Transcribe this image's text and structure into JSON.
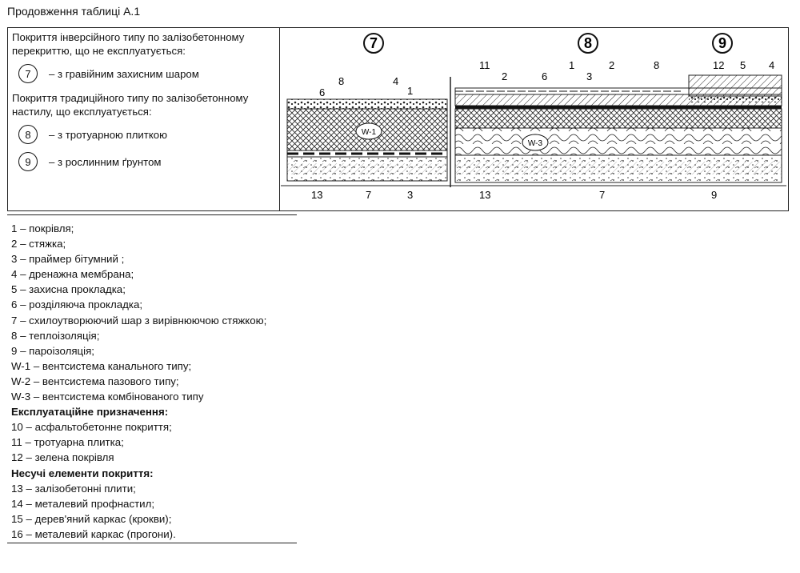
{
  "caption": "Продовження таблиці А.1",
  "left": {
    "para1": "Покриття інверсійного типу по залізобетонному перекриттю, що не експлуатується:",
    "v7": {
      "num": "7",
      "text": "– з гравійним захисним шаром"
    },
    "para2": "Покриття традиційного типу по залізобетонному настилу, що експлуатується:",
    "v8": {
      "num": "8",
      "text": "– з тротуарною плиткою"
    },
    "v9": {
      "num": "9",
      "text": "– з рослинним ґрунтом"
    }
  },
  "drawing": {
    "headers": [
      "7",
      "8",
      "9"
    ],
    "labels7": [
      "6",
      "8",
      "4",
      "1",
      "13",
      "7",
      "3"
    ],
    "labels8": [
      "11",
      "2",
      "6",
      "1",
      "3",
      "2",
      "8",
      "13",
      "7",
      "9"
    ],
    "labels9": [
      "12",
      "5",
      "4"
    ],
    "w1": "W-1",
    "w3": "W-3"
  },
  "legend": [
    {
      "text": "1 – покрівля;",
      "bold": false
    },
    {
      "text": "2 – стяжка;",
      "bold": false
    },
    {
      "text": "3 – праймер бітумний ;",
      "bold": false
    },
    {
      "text": "4 – дренажна мембрана;",
      "bold": false
    },
    {
      "text": "5 – захисна прокладка;",
      "bold": false
    },
    {
      "text": "6 – розділяюча прокладка;",
      "bold": false
    },
    {
      "text": "7 – схилоутворюючий шар з вирівнюючою стяжкою;",
      "bold": false
    },
    {
      "text": "8 – теплоізоляція;",
      "bold": false
    },
    {
      "text": "9 – пароізоляція;",
      "bold": false
    },
    {
      "text": "W-1 – вентсистема канального типу;",
      "bold": false
    },
    {
      "text": "W-2 – вентсистема пазового типу;",
      "bold": false
    },
    {
      "text": "W-3 – вентсистема комбінованого типу",
      "bold": false
    },
    {
      "text": "Експлуатаційне призначення:",
      "bold": true
    },
    {
      "text": "10 – асфальтобетонне покриття;",
      "bold": false
    },
    {
      "text": "11 – тротуарна плитка;",
      "bold": false
    },
    {
      "text": "12 – зелена покрівля",
      "bold": false
    },
    {
      "text": "Несучі елементи покриття:",
      "bold": true
    },
    {
      "text": "13 – залізобетонні плити;",
      "bold": false
    },
    {
      "text": "14 – металевий профнастил;",
      "bold": false
    },
    {
      "text": "15 – дерев'яний каркас (крокви);",
      "bold": false
    },
    {
      "text": "16 – металевий каркас (прогони).",
      "bold": false
    }
  ]
}
